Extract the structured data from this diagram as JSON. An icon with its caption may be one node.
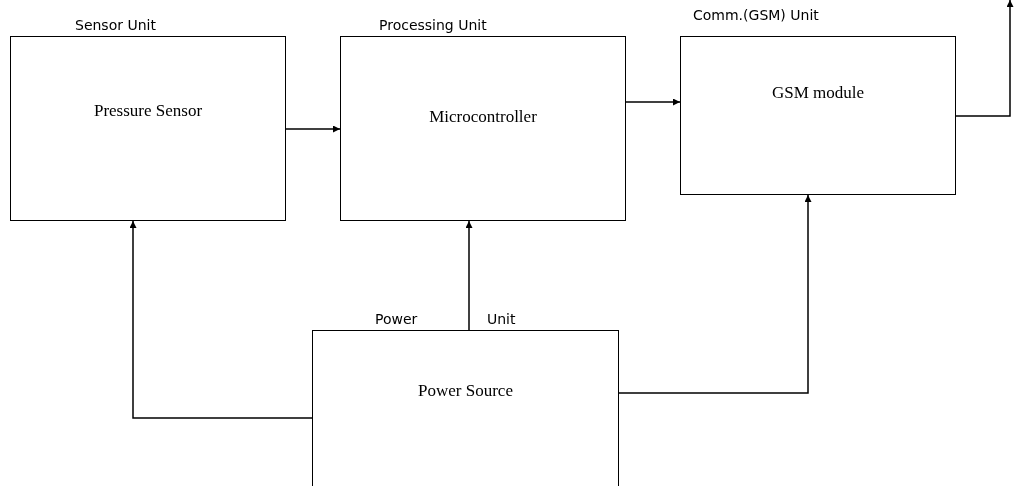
{
  "diagram": {
    "nodes": [
      {
        "text": [
          "Sensor Unit",
          "Pressure Sensor"
        ]
      },
      {
        "text": [
          "Processing Unit",
          "Microcontroller"
        ]
      },
      {
        "text": [
          "Comm.(GSM) Unit",
          "GSM module"
        ]
      },
      {
        "text": [
          "Power",
          "Unit",
          "Power Source"
        ]
      }
    ],
    "edges": [
      {
        "from": 0,
        "to": 1,
        "arrow": "to"
      },
      {
        "from": 1,
        "to": 2,
        "arrow": "to"
      },
      {
        "from": 3,
        "to": 0,
        "arrow": "to"
      },
      {
        "from": 3,
        "to": 1,
        "arrow": "to"
      },
      {
        "from": 3,
        "to": 2,
        "arrow": "to"
      },
      {
        "from": 2,
        "to": null,
        "arrow": "to"
      }
    ]
  }
}
